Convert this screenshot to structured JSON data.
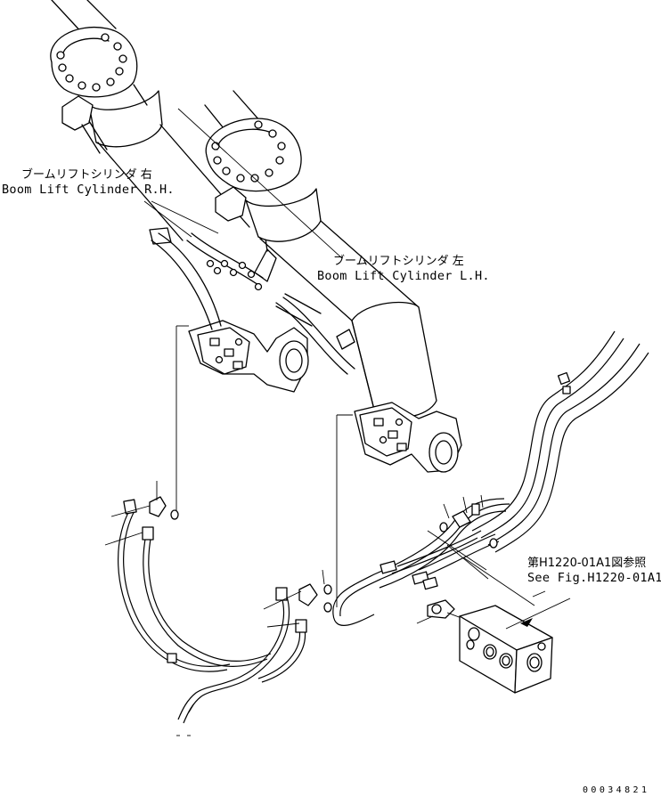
{
  "labels": {
    "rh_cylinder_jp": "ブームリフトシリンダ 右",
    "rh_cylinder_en": "Boom Lift Cylinder R.H.",
    "lh_cylinder_jp": "ブームリフトシリンダ 左",
    "lh_cylinder_en": "Boom Lift Cylinder L.H.",
    "ref_jp": "第H1220-01A1図参照",
    "ref_en": "See Fig.H1220-01A1",
    "drawing_code": "00034821"
  }
}
